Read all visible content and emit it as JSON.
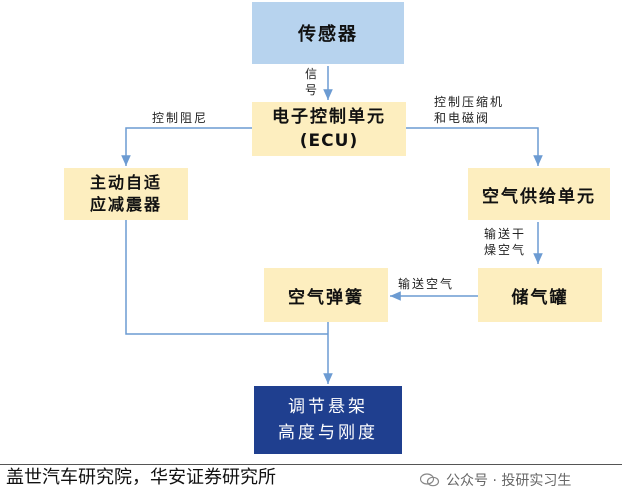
{
  "nodes": {
    "sensor": "传感器",
    "ecu_line1": "电子控制单元",
    "ecu_line2": "(ECU)",
    "damper_line1": "主动自适",
    "damper_line2": "应减震器",
    "air_supply": "空气供给单元",
    "tank": "储气罐",
    "air_spring": "空气弹簧",
    "adjust_line1": "调节悬架",
    "adjust_line2": "高度与刚度"
  },
  "edges": {
    "signal_line1": "信",
    "signal_line2": "号",
    "control_damping": "控制阻尼",
    "control_comp_line1": "控制压缩机",
    "control_comp_line2": "和电磁阀",
    "dry_air_line1": "输送干",
    "dry_air_line2": "燥空气",
    "deliver_air": "输送空气"
  },
  "footer": {
    "source": "盖世汽车研究院，华安证券研究所",
    "watermark": "公众号 · 投研实习生"
  },
  "colors": {
    "blue": "#b7d3ee",
    "cream": "#fdeebf",
    "navy": "#1f3f8f",
    "arrow": "#6c9bd2"
  }
}
